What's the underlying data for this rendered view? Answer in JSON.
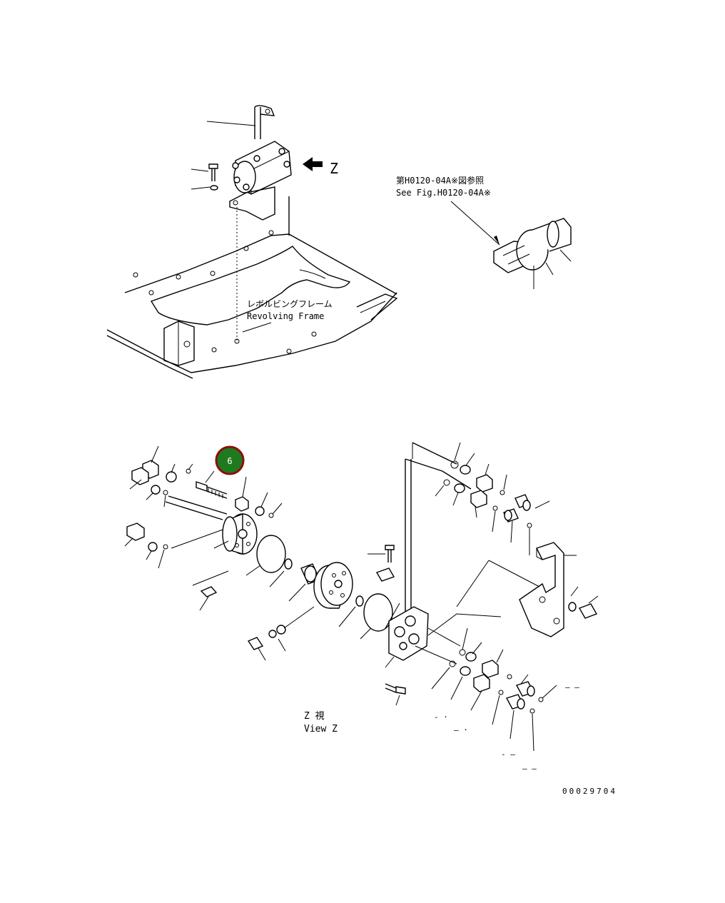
{
  "labels": {
    "arrow_view": "Z",
    "ref_jp": "第H0120-04A※図参照",
    "ref_en": "See Fig.H0120-04A※",
    "frame_jp": "レボルビングフレーム",
    "frame_en": "Revolving Frame",
    "view_jp": "Z 視",
    "view_en": "View Z",
    "drawing_number": "00029704"
  },
  "callout": {
    "number": "6",
    "color": "#1f7a1f",
    "border_color": "#8a1010"
  },
  "ref_dashes": [
    "– –",
    "- ·",
    "– ·",
    "- –",
    "– –"
  ]
}
